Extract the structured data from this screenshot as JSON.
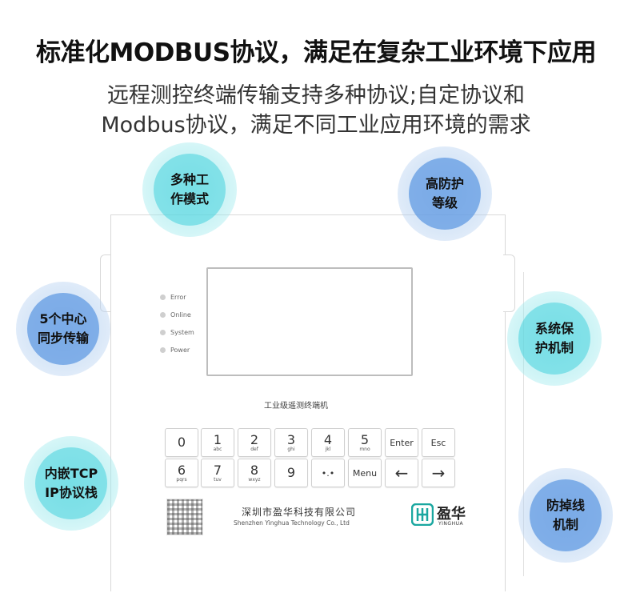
{
  "headline": "标准化MODBUS协议，满足在复杂工业环境下应用",
  "subtitle_line1": "远程测控终端传输支持多种协议;自定协议和",
  "subtitle_line2": "Modbus协议，满足不同工业应用环境的需求",
  "features": [
    {
      "line1": "多种工",
      "line2": "作模式"
    },
    {
      "line1": "高防护",
      "line2": "等级"
    },
    {
      "line1": "5个中心",
      "line2": "同步传输"
    },
    {
      "line1": "系统保",
      "line2": "护机制"
    },
    {
      "line1": "内嵌TCP",
      "line2": "IP协议栈"
    },
    {
      "line1": "防掉线",
      "line2": "机制"
    }
  ],
  "device": {
    "leds": [
      "Error",
      "Online",
      "System",
      "Power"
    ],
    "model_label": "工业级遥测终端机",
    "keys_row1": [
      {
        "main": "0",
        "sub": ""
      },
      {
        "main": "1",
        "sub": "abc"
      },
      {
        "main": "2",
        "sub": "def"
      },
      {
        "main": "3",
        "sub": "ghi"
      },
      {
        "main": "4",
        "sub": "jkl"
      },
      {
        "main": "5",
        "sub": "mno"
      },
      {
        "main": "Enter",
        "sub": ""
      },
      {
        "main": "Esc",
        "sub": ""
      }
    ],
    "keys_row2": [
      {
        "main": "6",
        "sub": "pqrs"
      },
      {
        "main": "7",
        "sub": "tuv"
      },
      {
        "main": "8",
        "sub": "wxyz"
      },
      {
        "main": "9",
        "sub": ""
      },
      {
        "main": "•.•",
        "sub": ""
      },
      {
        "main": "Menu",
        "sub": ""
      },
      {
        "main": "←",
        "sub": ""
      },
      {
        "main": "→",
        "sub": ""
      }
    ],
    "company_cn": "深圳市盈华科技有限公司",
    "company_en": "Shenzhen Yinghua Technology Co., Ltd",
    "brand_cn": "盈华",
    "brand_en": "YINGHUA"
  },
  "colors": {
    "teal": "#46d2dc",
    "blue": "#5a96e1"
  }
}
